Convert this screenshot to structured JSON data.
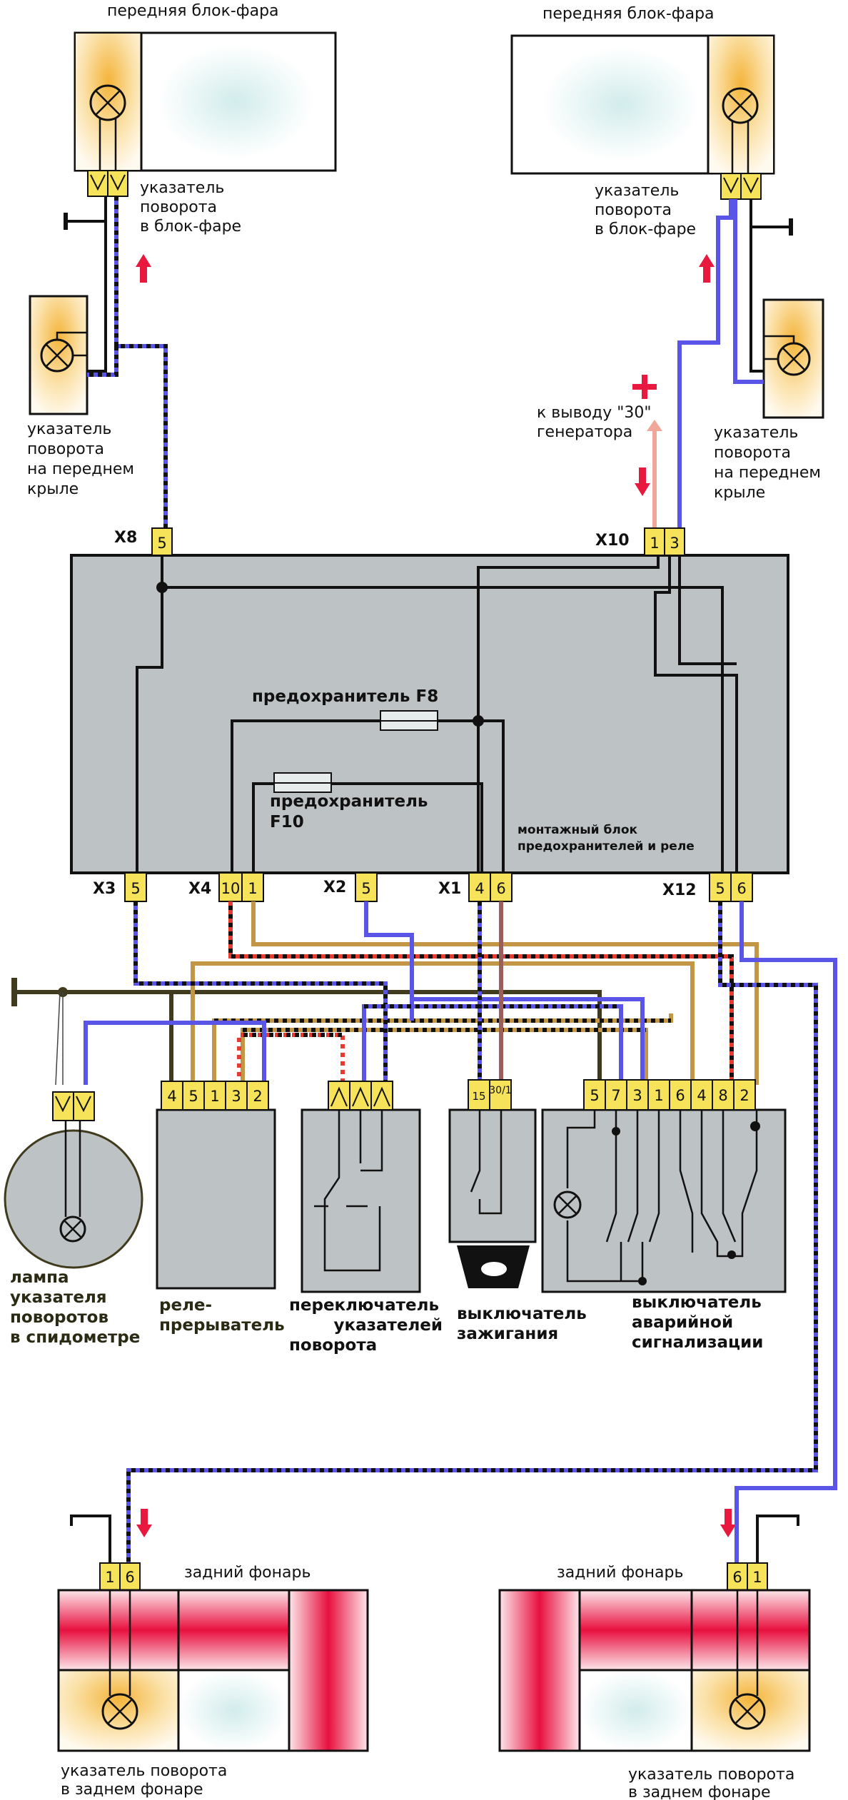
{
  "labels": {
    "headlight_left": "передняя блок-фара",
    "headlight_right": "передняя блок-фара",
    "turn_headlight_left": [
      "указатель",
      "поворота",
      "в блок-фаре"
    ],
    "turn_headlight_right": [
      "указатель",
      "поворота",
      "в блок-фаре"
    ],
    "turn_fender_left": [
      "указатель",
      "поворота",
      "на переднем",
      "крыле"
    ],
    "turn_fender_right": [
      "указатель",
      "поворота",
      "на переднем",
      "крыле"
    ],
    "generator": [
      "к выводу \"30\"",
      "генератора"
    ],
    "plus_sign": "+",
    "fuse_f8": "предохранитель F8",
    "fuse_f10": [
      "предохранитель",
      "F10"
    ],
    "mount_block": [
      "монтажный блок",
      "предохранителей и реле"
    ],
    "speedo_lamp": [
      "лампа",
      "указателя",
      "поворотов",
      "в спидометре"
    ],
    "relay": [
      "реле-",
      "прерыватель"
    ],
    "switch_turn": [
      "переключатель",
      "указателей",
      "поворота"
    ],
    "ignition": [
      "выключатель",
      "зажигания"
    ],
    "hazard": [
      "выключатель",
      "аварийной",
      "сигнализации"
    ],
    "rear_left": "задний фонарь",
    "rear_right": "задний фонарь",
    "turn_rear_left": [
      "указатель поворота",
      "в заднем фонаре"
    ],
    "turn_rear_right": [
      "указатель поворота",
      "в заднем фонаре"
    ]
  },
  "connectors": {
    "x8": {
      "name": "X8",
      "pins": [
        "5"
      ]
    },
    "x10": {
      "name": "X10",
      "pins": [
        "1",
        "3"
      ]
    },
    "x3": {
      "name": "X3",
      "pins": [
        "5"
      ]
    },
    "x4": {
      "name": "X4",
      "pins": [
        "10",
        "1"
      ]
    },
    "x2": {
      "name": "X2",
      "pins": [
        "5"
      ]
    },
    "x1": {
      "name": "X1",
      "pins": [
        "4",
        "6"
      ]
    },
    "x12": {
      "name": "X12",
      "pins": [
        "5",
        "6"
      ]
    }
  },
  "device_pins": {
    "relay": [
      "4",
      "5",
      "1",
      "3",
      "2"
    ],
    "ignition": [
      "15",
      "30/1"
    ],
    "hazard": [
      "5",
      "7",
      "3",
      "1",
      "6",
      "4",
      "8",
      "2"
    ],
    "rear_left": [
      "1",
      "6"
    ],
    "rear_right": [
      "6",
      "1"
    ]
  },
  "colors": {
    "housing": "#bdc3c4",
    "pin": "#f7e35a",
    "blue_wire": "#5a55e6",
    "tan_wire": "#c29645",
    "red_wire": "#e83a30",
    "brown_wire": "#9a5f58",
    "arrow": "#e8183f",
    "rear_red": "#e8103f"
  }
}
